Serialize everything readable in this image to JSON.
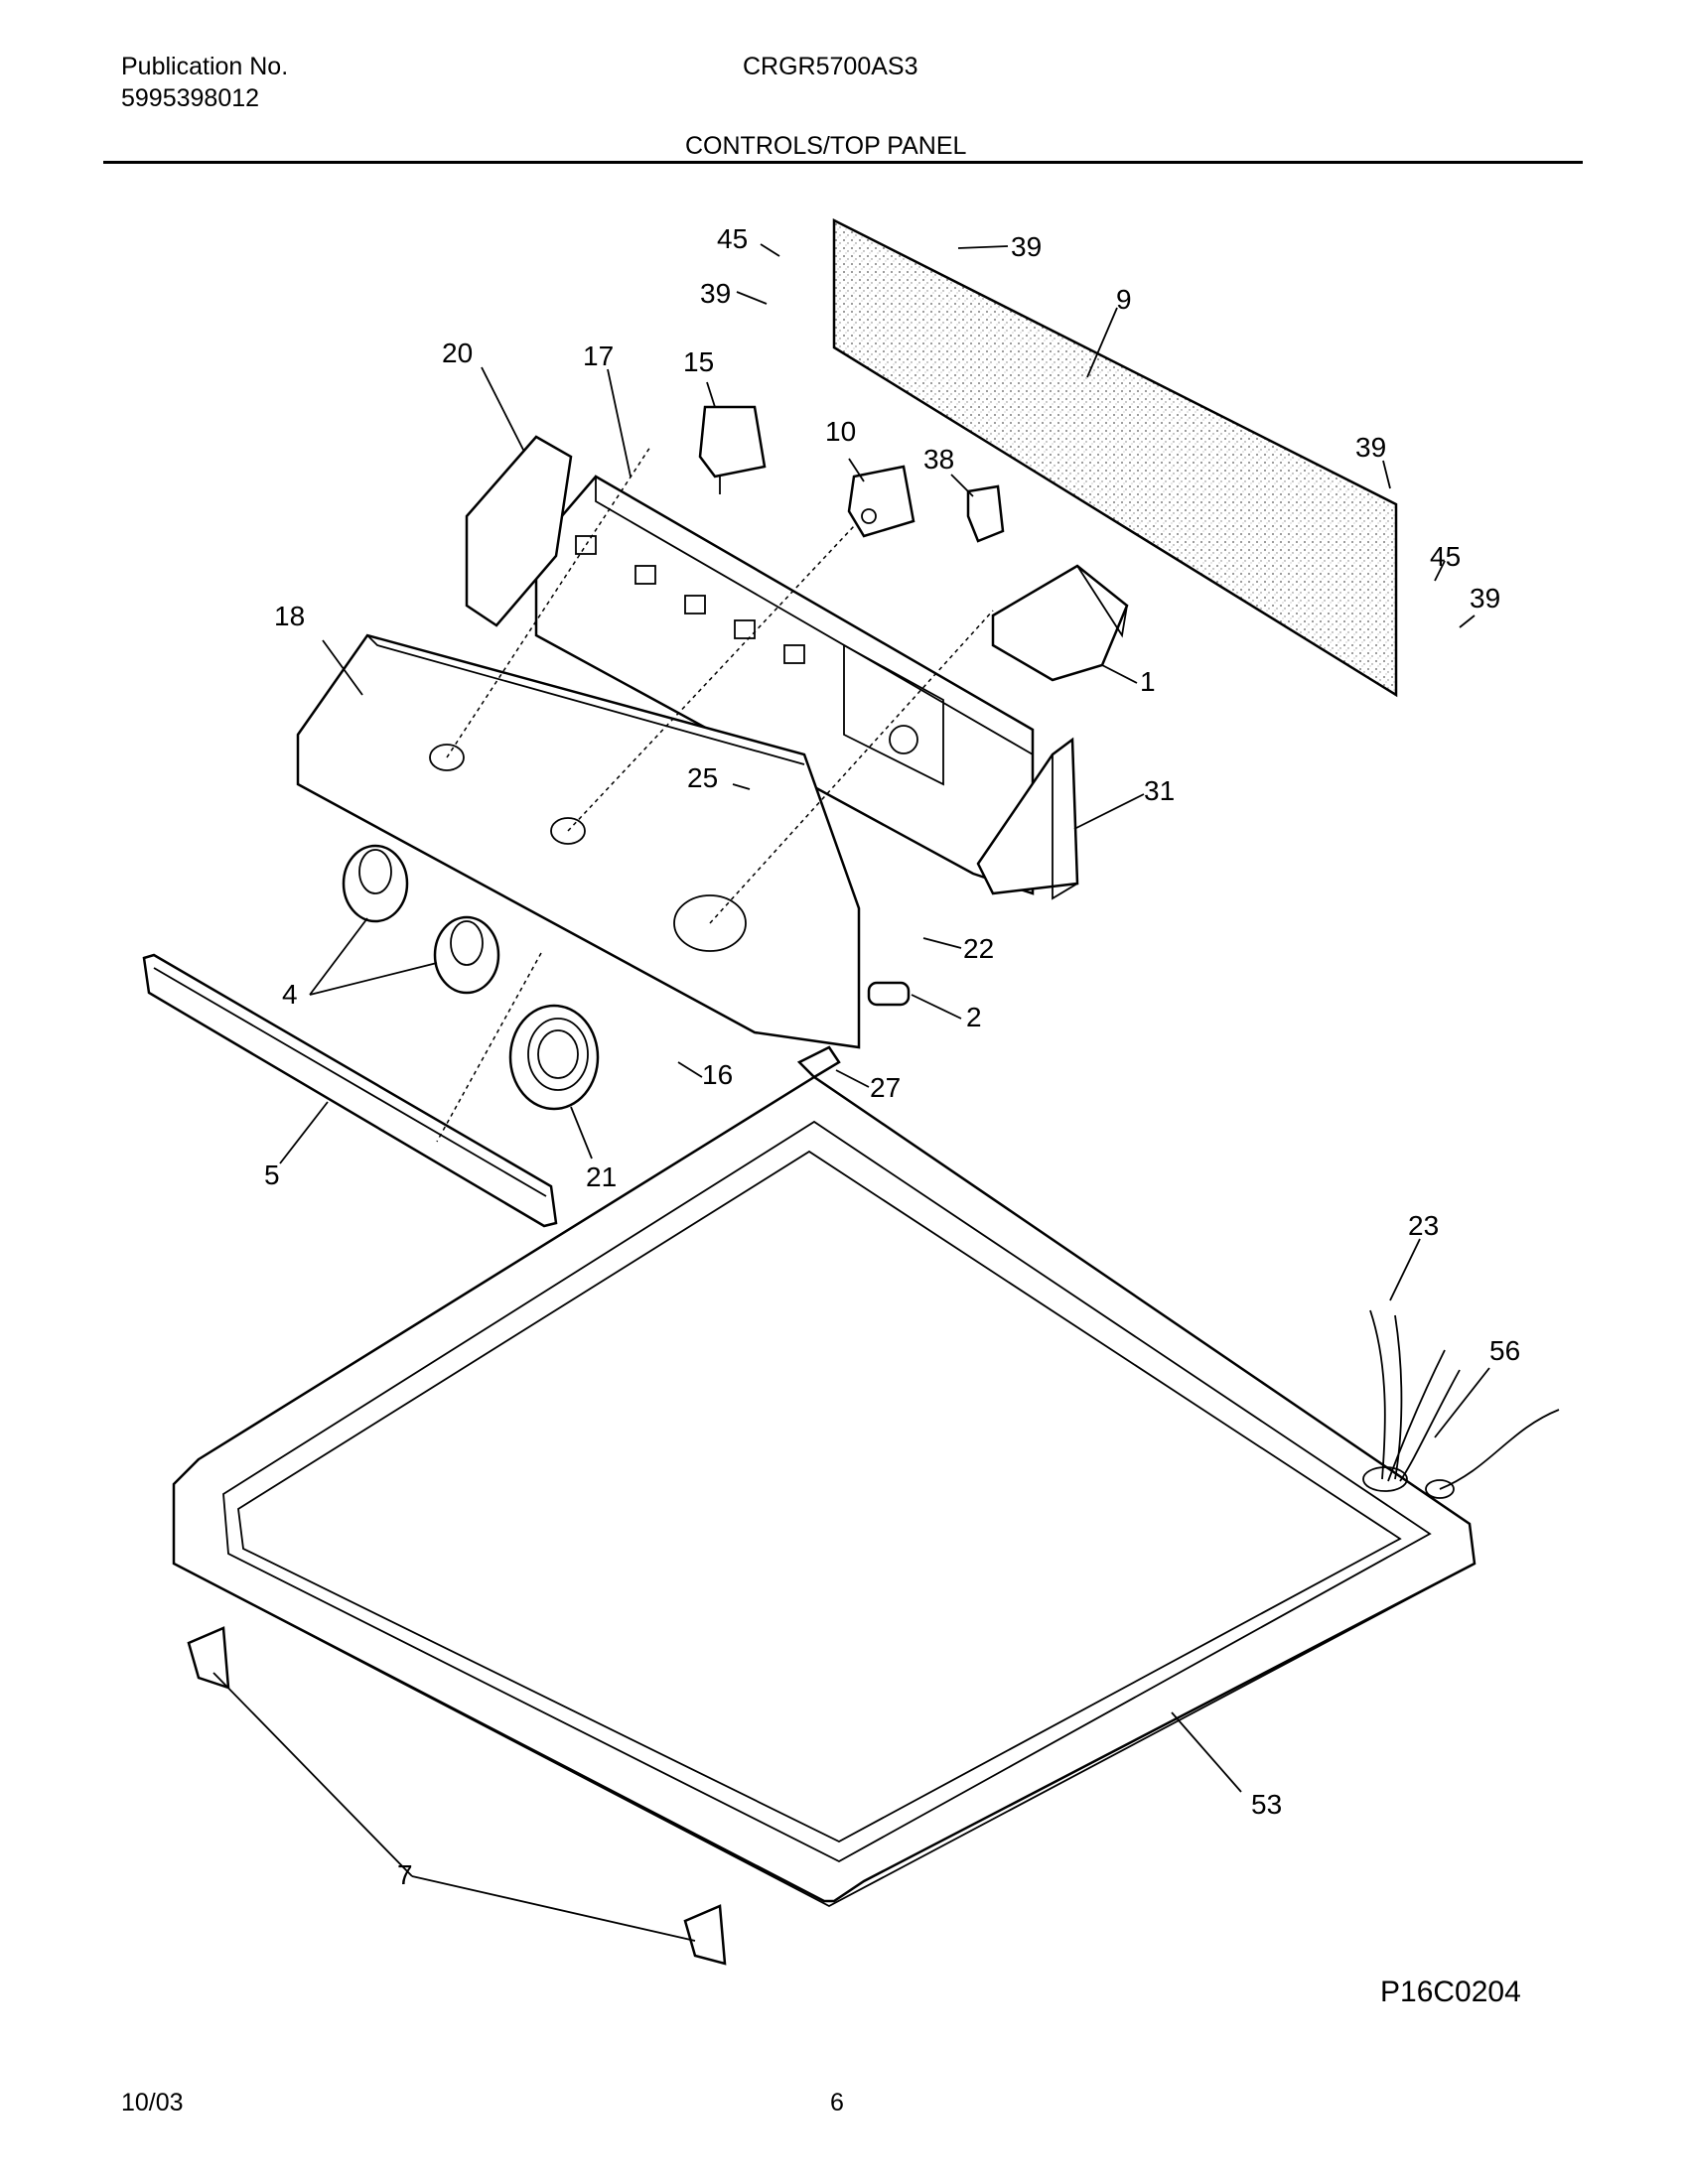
{
  "header": {
    "publication_label": "Publication No.",
    "publication_number": "5995398012",
    "model": "CRGR5700AS3",
    "section_title": "CONTROLS/TOP PANEL"
  },
  "figure_id": "P16C0204",
  "footer": {
    "date": "10/03",
    "page": "6"
  },
  "callouts": [
    "45",
    "39",
    "39",
    "9",
    "20",
    "17",
    "15",
    "10",
    "38",
    "39",
    "45",
    "39",
    "1",
    "18",
    "25",
    "31",
    "4",
    "22",
    "2",
    "16",
    "27",
    "5",
    "21",
    "23",
    "56",
    "53",
    "7"
  ]
}
